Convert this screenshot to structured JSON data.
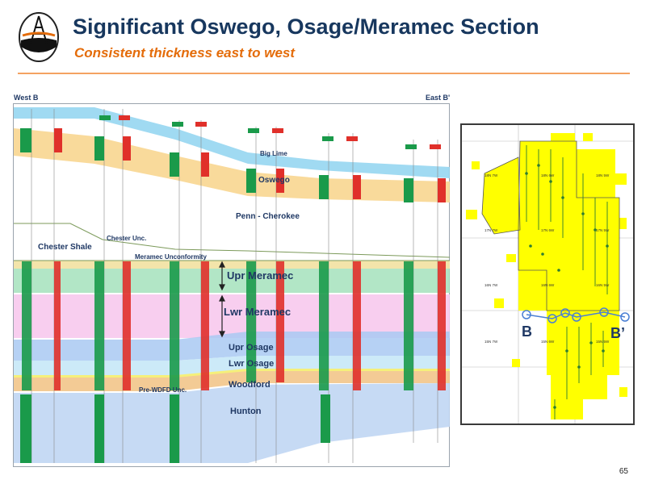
{
  "header": {
    "title": "Significant Oswego, Osage/Meramec Section",
    "subtitle": "Consistent thickness east to west"
  },
  "cross_section": {
    "west_label": "West B",
    "east_label": "East B'",
    "labels": {
      "big_lime": "Big Lime",
      "oswego": "Oswego",
      "penn_cherokee": "Penn - Cherokee",
      "chester_shale": "Chester Shale",
      "chester_unc": "Chester Unc.",
      "meramec_unconformity": "Meramec Unconformity",
      "upr_meramec": "Upr Meramec",
      "lwr_meramec": "Lwr Meramec",
      "upr_osage": "Upr Osage",
      "lwr_osage": "Lwr Osage",
      "woodford": "Woodford",
      "pre_wdfd_unc": "Pre-WDFD Unc.",
      "hunton": "Hunton"
    },
    "colors": {
      "big_lime": "#8fd3f0",
      "oswego": "#f8d38a",
      "meramec_band": "#9fe0b8",
      "lwr_meramec": "#f7c6ec",
      "osage": "#a9c9f2",
      "woodford": "#f2c58a",
      "hunton": "#bcd4f2",
      "gr_log": "#1a9a4a",
      "res_log": "#e0302a"
    }
  },
  "map": {
    "b_label": "B",
    "b_prime_label": "B’",
    "townships": [
      "18N 7W",
      "18N 6W",
      "18N 5W",
      "17N 7W",
      "17N 6W",
      "17N 5W",
      "16N 7W",
      "16N 6W",
      "16N 5W",
      "15N 7W",
      "15N 6W",
      "15N 5W"
    ],
    "colors": {
      "acreage": "#ffff00",
      "well": "#2e7d32",
      "line": "#4a7fd4"
    }
  },
  "footer": {
    "page_number": "65"
  }
}
